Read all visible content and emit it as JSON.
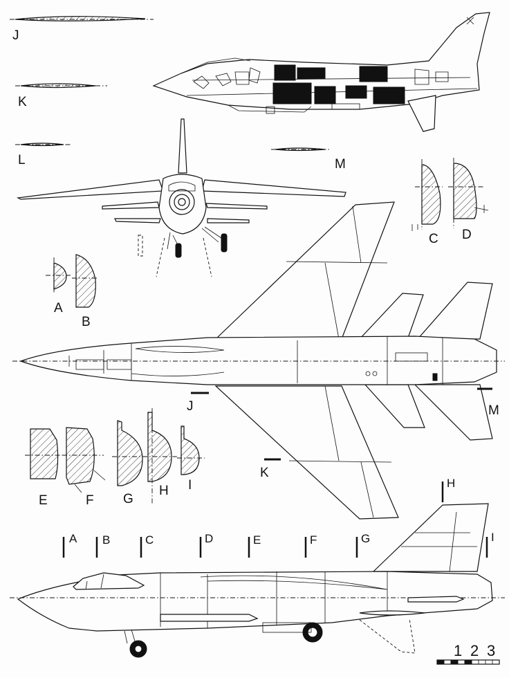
{
  "section_labels": {
    "J_left": "J",
    "K_left": "K",
    "L_left": "L",
    "M_left": "M",
    "A": "A",
    "B": "B",
    "C": "C",
    "D": "D",
    "E": "E",
    "F": "F",
    "G": "G",
    "H": "H",
    "I": "I",
    "J_cut": "J",
    "K_cut": "K",
    "M_cut": "M"
  },
  "station_markers": [
    "A",
    "B",
    "C",
    "D",
    "E",
    "F",
    "G",
    "H",
    "I"
  ],
  "scale_bar": {
    "labels": [
      "1",
      "2",
      "3"
    ]
  }
}
